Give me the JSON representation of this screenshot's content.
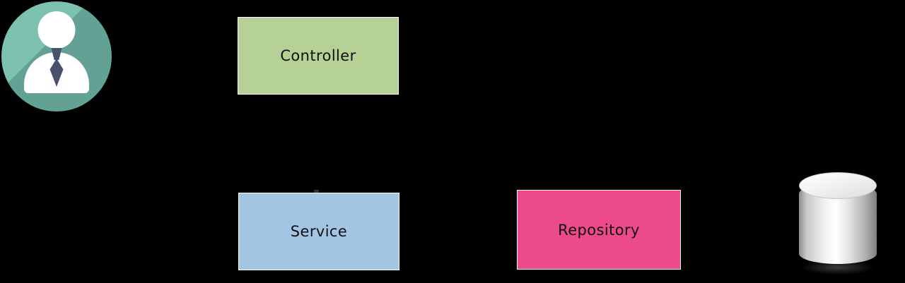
{
  "diagram": {
    "background_color": "#000000",
    "actor": {
      "icon": "user-avatar-icon",
      "circle_color": "#7cc0b0",
      "figure_color": "#ffffff",
      "tie_color": "#47536b"
    },
    "nodes": [
      {
        "id": "controller",
        "label": "Controller",
        "fill": "#b5d195",
        "text_color": "#111111",
        "border_color": "#ffffff"
      },
      {
        "id": "service",
        "label": "Service",
        "fill": "#a4c4e4",
        "text_color": "#111111",
        "border_color": "#ffffff"
      },
      {
        "id": "repository",
        "label": "Repository",
        "fill": "#ec4a8a",
        "text_color": "#111111",
        "border_color": "#ffffff"
      }
    ],
    "datastore": {
      "icon": "database-cylinder-icon",
      "color": "#d5d5d5",
      "disc_count": 3
    }
  }
}
